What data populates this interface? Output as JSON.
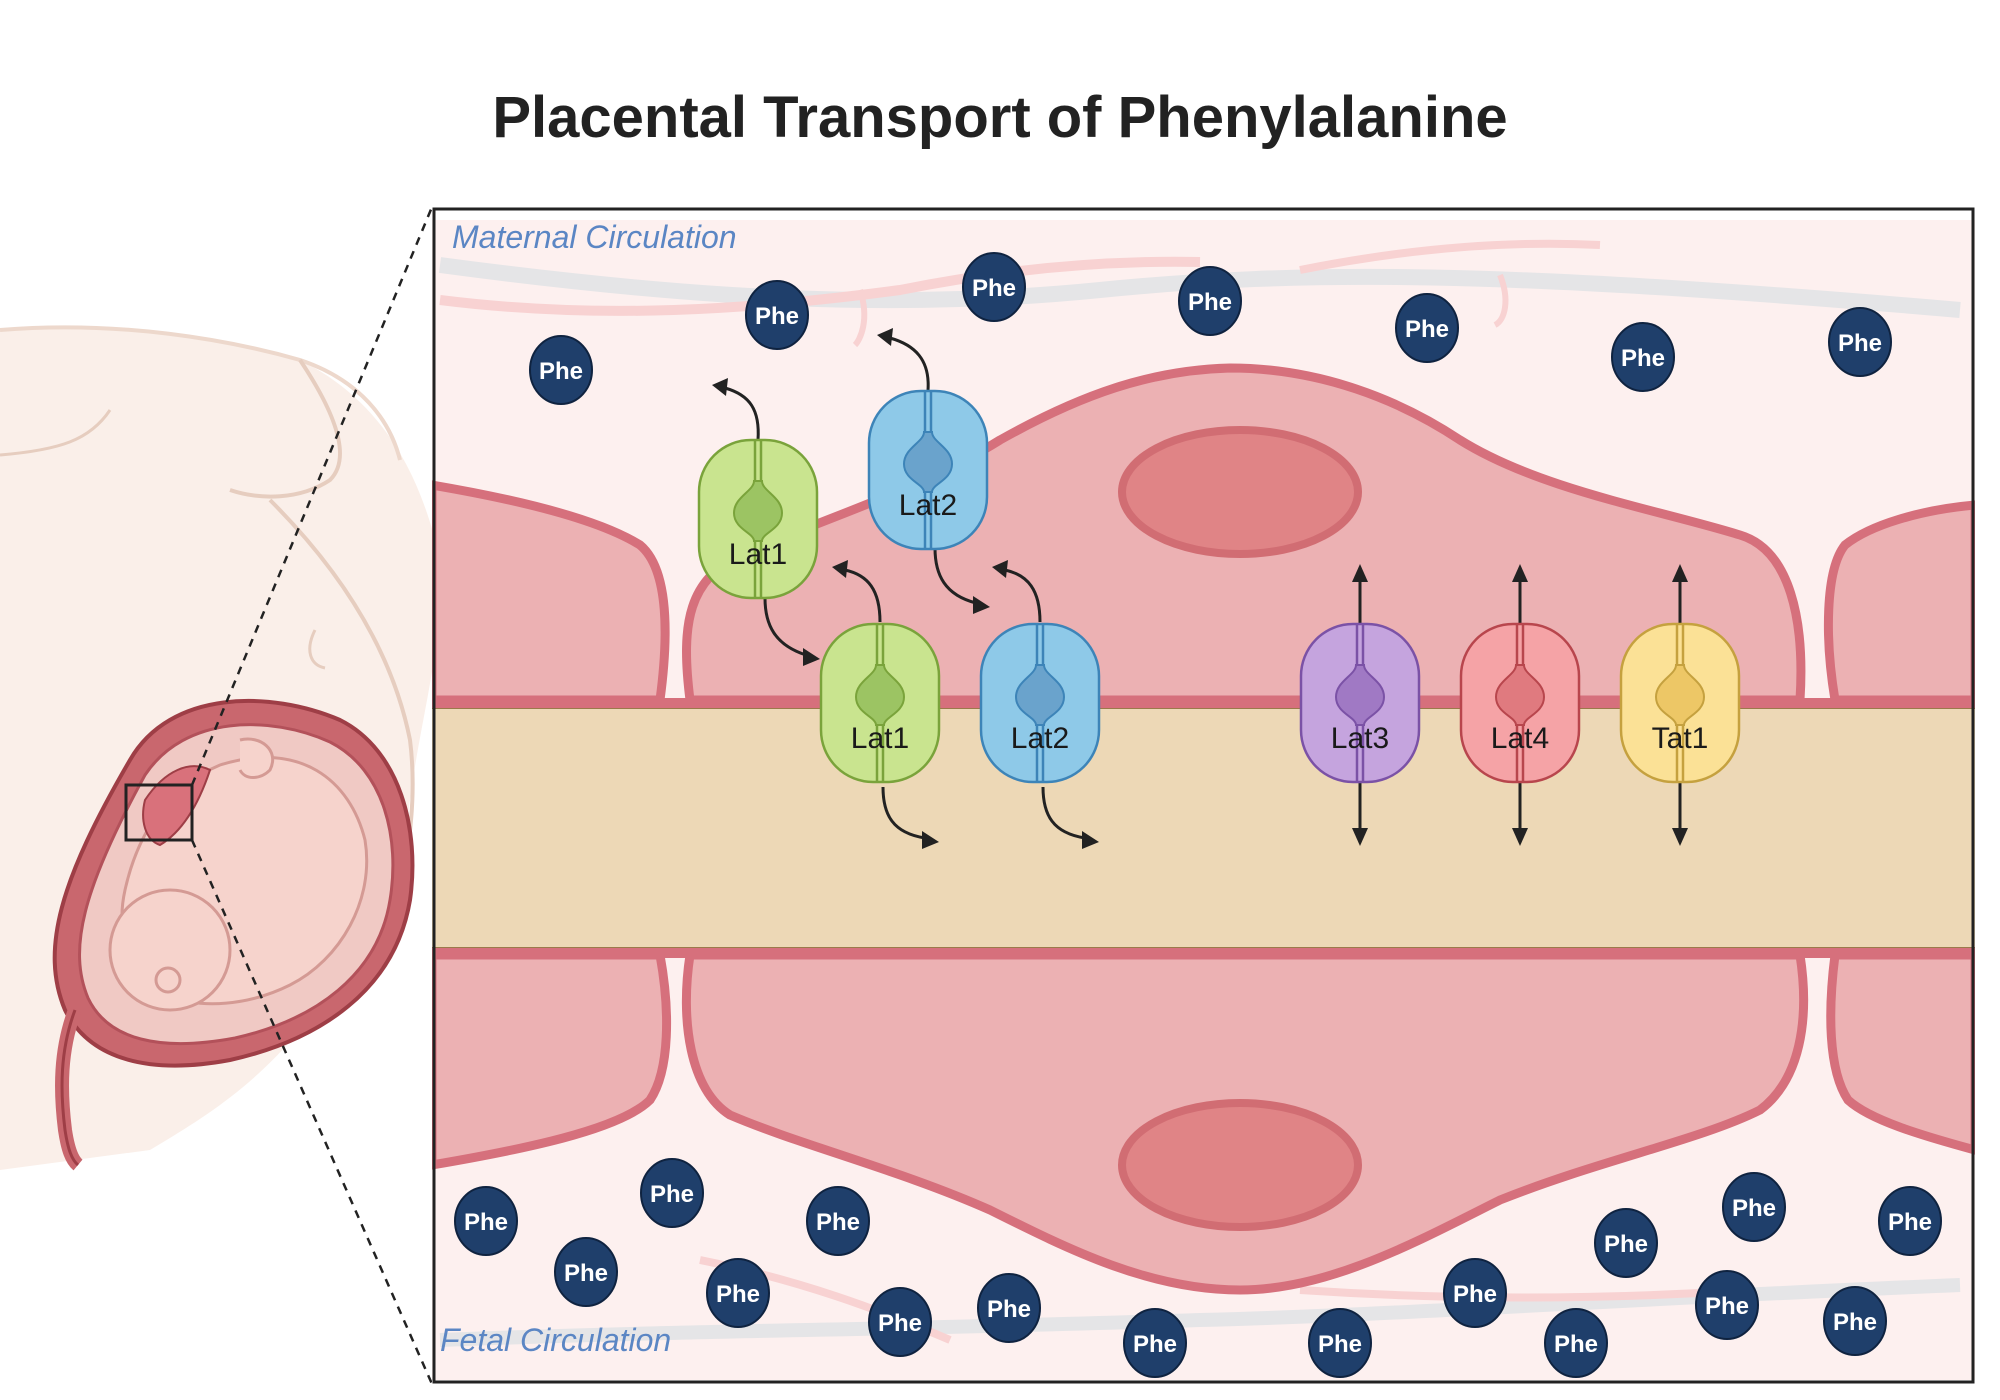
{
  "title": "Placental Transport of Phenylalanine",
  "labels": {
    "maternal": "Maternal Circulation",
    "fetal": "Fetal Circulation"
  },
  "molecule_label": "Phe",
  "transporters": [
    {
      "name": "Lat1",
      "color": "#c9e48f",
      "stroke": "#7aa33b",
      "core": "#9cc463"
    },
    {
      "name": "Lat2",
      "color": "#8ec9e8",
      "stroke": "#3d84b8",
      "core": "#6aa3cc"
    },
    {
      "name": "Lat1",
      "color": "#c9e48f",
      "stroke": "#7aa33b",
      "core": "#9cc463"
    },
    {
      "name": "Lat2",
      "color": "#8ec9e8",
      "stroke": "#3d84b8",
      "core": "#6aa3cc"
    },
    {
      "name": "Lat3",
      "color": "#c5a4de",
      "stroke": "#7b52a6",
      "core": "#a079c4"
    },
    {
      "name": "Lat4",
      "color": "#f5a3a6",
      "stroke": "#b8464d",
      "core": "#e07a7f"
    },
    {
      "name": "Tat1",
      "color": "#fbe196",
      "stroke": "#c5a13f",
      "core": "#edc766"
    }
  ],
  "colors": {
    "phe": "#1f3f6b",
    "membrane": "#d6707c",
    "cell": "#ecb1b3",
    "nucleus": "#e08486",
    "stroma": "#edd8b6",
    "region_label": "#5b86c4"
  }
}
